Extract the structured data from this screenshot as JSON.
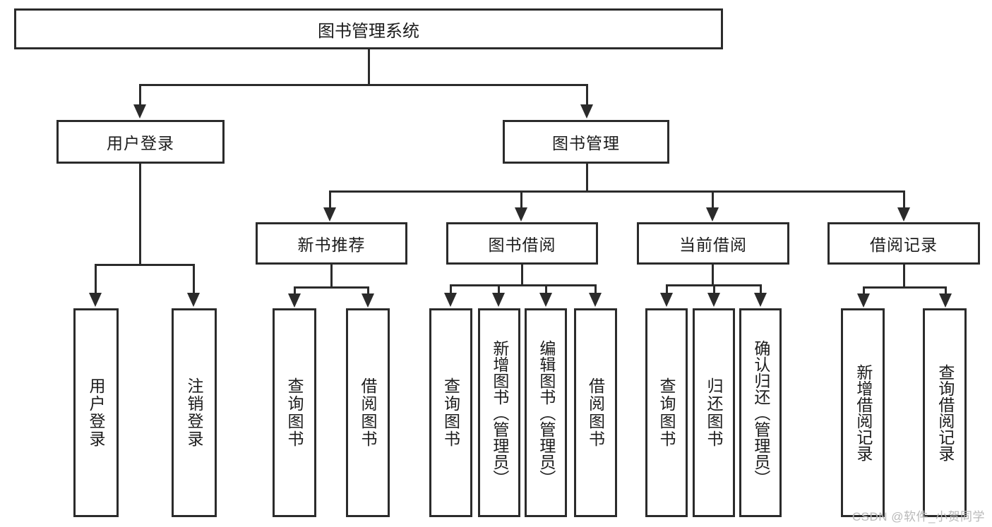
{
  "diagram": {
    "type": "tree-hierarchy",
    "title": "图书管理系统",
    "watermark": "CSDN @软件_小贺同学",
    "colors": {
      "stroke": "#2b2b2b",
      "fill": "#ffffff",
      "text": "#1c1c1c",
      "watermark": "#b9b9b9"
    },
    "root": {
      "label": "图书管理系统"
    },
    "level2": [
      {
        "label": "用户登录"
      },
      {
        "label": "图书管理"
      }
    ],
    "level3": [
      {
        "label": "新书推荐"
      },
      {
        "label": "图书借阅"
      },
      {
        "label": "当前借阅"
      },
      {
        "label": "借阅记录"
      }
    ],
    "leaves": {
      "user_login": [
        {
          "label": "用户登录"
        },
        {
          "label": "注销登录"
        }
      ],
      "new_book": [
        {
          "label": "查询图书"
        },
        {
          "label": "借阅图书"
        }
      ],
      "book_borrow": [
        {
          "label": "查询图书"
        },
        {
          "label": "新增图书（管理员）"
        },
        {
          "label": "编辑图书（管理员）"
        },
        {
          "label": "借阅图书"
        }
      ],
      "current_borrow": [
        {
          "label": "查询图书"
        },
        {
          "label": "归还图书"
        },
        {
          "label": "确认归还（管理员）"
        }
      ],
      "borrow_record": [
        {
          "label": "新增借阅记录"
        },
        {
          "label": "查询借阅记录"
        }
      ]
    }
  }
}
